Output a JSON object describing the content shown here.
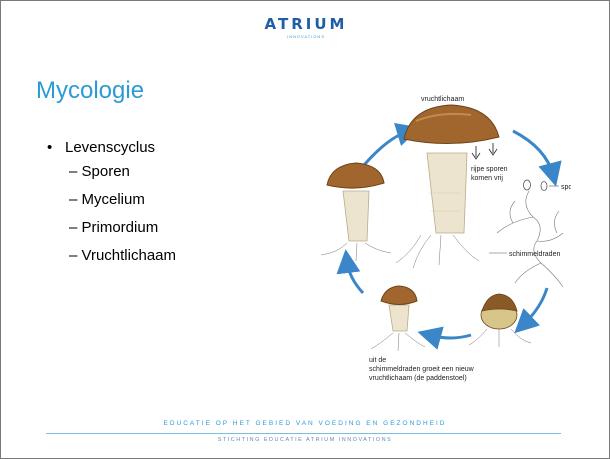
{
  "logo": {
    "word": "ATRIUM",
    "sub": "INNOVATIONS"
  },
  "slide": {
    "title": "Mycologie",
    "bullet": "Levenscyclus",
    "subbullets": [
      "Sporen",
      "Mycelium",
      "Primordium",
      "Vruchtlichaam"
    ]
  },
  "diagram": {
    "labels": {
      "fruitbody": "vruchtlichaam",
      "spores_line1": "rijpe sporen",
      "spores_line2": "komen vrij",
      "spore": "spore",
      "hyphae": "schimmeldraden",
      "bottom_line1": "uit de",
      "bottom_line2": "schimmeldraden groeit een nieuw",
      "bottom_line3": "vruchtlichaam (de paddenstoel)"
    },
    "colors": {
      "arrow": "#3a86c8",
      "cap": "#a0662e",
      "stem": "#ece4cf"
    }
  },
  "footer": {
    "line1": "EDUCATIE OP HET GEBIED VAN VOEDING EN GEZONDHEID",
    "line2": "STICHTING EDUCATIE ATRIUM INNOVATIONS"
  }
}
